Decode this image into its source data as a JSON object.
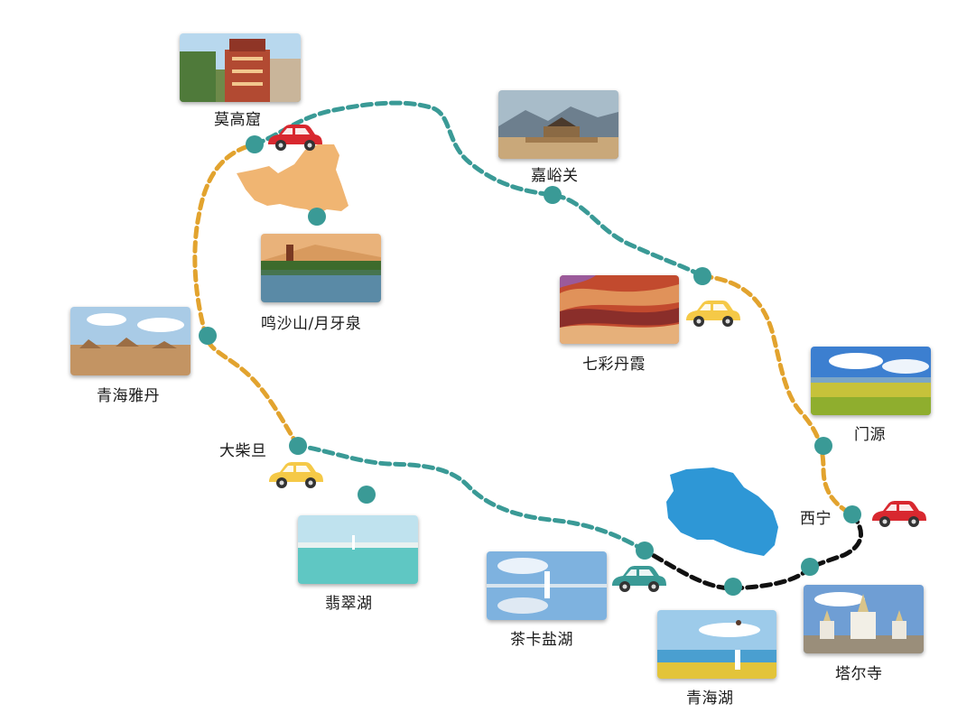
{
  "places": {
    "mogao": "莫高窟",
    "jiayuguan": "嘉峪关",
    "mingsha": "鸣沙山/月牙泉",
    "qicai": "七彩丹霞",
    "yadan": "青海雅丹",
    "menyuan": "门源",
    "dachaidan": "大柴旦",
    "xining": "西宁",
    "feicui": "翡翠湖",
    "chaka": "茶卡盐湖",
    "qinghaihu": "青海湖",
    "taer": "塔尔寺"
  },
  "colors": {
    "route_teal": "#3a9a96",
    "route_orange": "#e2a32e",
    "route_black": "#111111",
    "stop_node": "#3a9a96",
    "gansu_region": "#f0b572",
    "qinghai_lake": "#2e97d6",
    "car_red": "#d8282f",
    "car_yellow": "#f5c947",
    "car_teal": "#3a9a96"
  },
  "icons": [
    "car-icon",
    "stop-marker",
    "gansu-region-shape",
    "qinghai-lake-shape"
  ]
}
